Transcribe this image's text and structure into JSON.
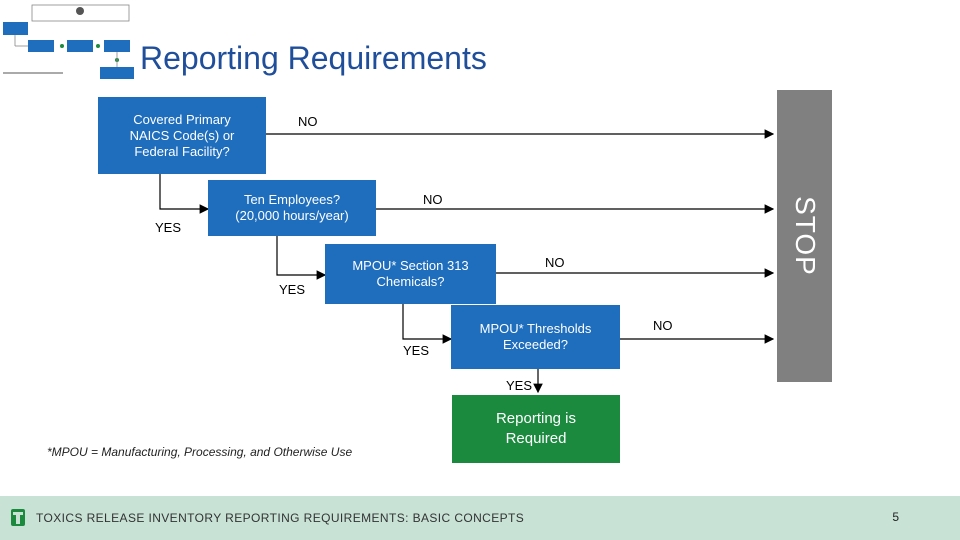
{
  "title": "Reporting Requirements",
  "nodes": {
    "naics": "Covered Primary NAICS Code(s) or Federal Facility?",
    "employees": "Ten Employees? (20,000 hours/year)",
    "chemicals": "MPOU* Section 313 Chemicals?",
    "thresholds": "MPOU* Thresholds Exceeded?",
    "required": "Reporting is Required",
    "stop": "STOP"
  },
  "labels": {
    "no1": "NO",
    "no2": "NO",
    "no3": "NO",
    "no4": "NO",
    "yes1": "YES",
    "yes2": "YES",
    "yes3": "YES",
    "yes4": "YES"
  },
  "footnote": "*MPOU = Manufacturing, Processing, and Otherwise Use",
  "footer": {
    "text": "TOXICS RELEASE INVENTORY REPORTING REQUIREMENTS: BASIC CONCEPTS",
    "page": "5"
  },
  "colors": {
    "title": "#1f4e9a",
    "box": "#1f6dbd",
    "required": "#1b8a3f",
    "stop": "#808080",
    "footer": "#c8e2d6"
  }
}
